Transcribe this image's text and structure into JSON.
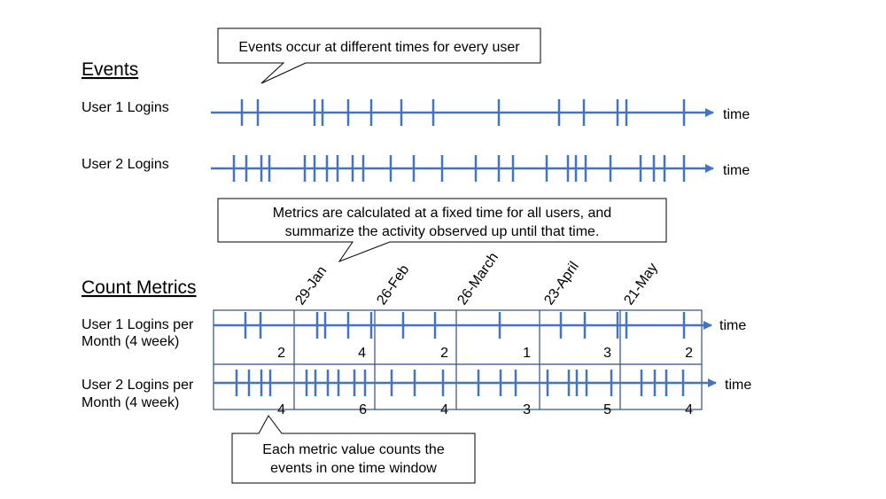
{
  "colors": {
    "axis": "#4472c4",
    "grid": "#2f4f7f",
    "text": "#000000",
    "callout_border": "#000000"
  },
  "events_section": {
    "heading": "Events",
    "callout": "Events occur at different times for every user",
    "rows": [
      {
        "label": "User 1 Logins",
        "axis_label": "time"
      },
      {
        "label": "User 2 Logins",
        "axis_label": "time"
      }
    ]
  },
  "metrics_callout": {
    "lines": [
      "Metrics are calculated at a fixed time for all users, and",
      "summarize the activity observed up until that time."
    ]
  },
  "count_section": {
    "heading": "Count Metrics",
    "dates": [
      "29-Jan",
      "26-Feb",
      "26-March",
      "23-April",
      "21-May"
    ],
    "rows": [
      {
        "label_lines": [
          "User 1 Logins per",
          "Month (4 week)"
        ],
        "axis_label": "time",
        "counts": [
          "2",
          "4",
          "2",
          "1",
          "3",
          "2"
        ]
      },
      {
        "label_lines": [
          "User 2 Logins per",
          "Month (4 week)"
        ],
        "axis_label": "time",
        "counts": [
          "4",
          "6",
          "4",
          "3",
          "5",
          "4"
        ]
      }
    ],
    "callout_lines": [
      "Each metric value counts the",
      "events in one time window"
    ]
  }
}
